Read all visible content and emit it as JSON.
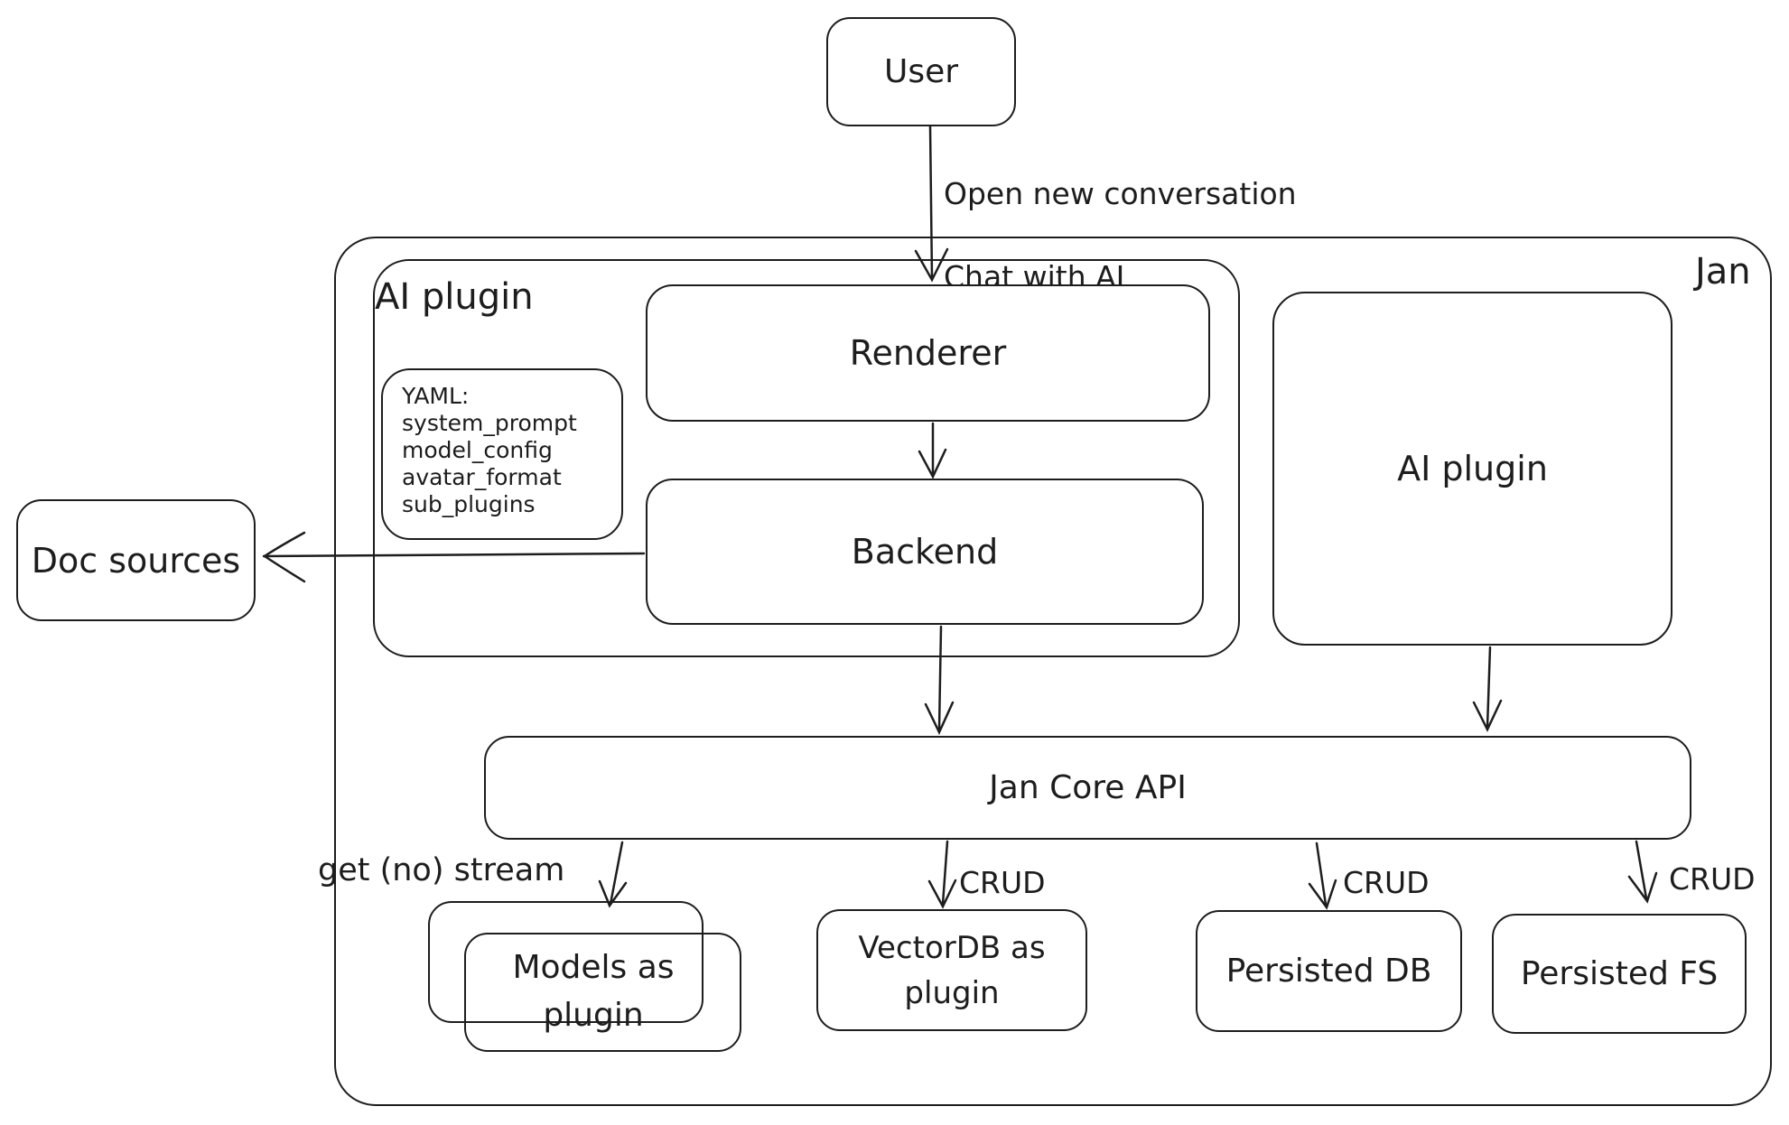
{
  "colors": {
    "ink": "#1d1d1d",
    "background": "#ffffff"
  },
  "nodes": {
    "user": "User",
    "jan": "Jan",
    "ai_plugin_left": "AI plugin",
    "renderer": "Renderer",
    "backend": "Backend",
    "ai_plugin_right": "AI plugin",
    "doc_sources": "Doc sources",
    "jan_core_api": "Jan Core API",
    "models_as_plugin": "Models as\nplugin",
    "vectordb_as_plugin": "VectorDB as\nplugin",
    "persisted_db": "Persisted DB",
    "persisted_fs": "Persisted FS"
  },
  "yaml_note": {
    "title": "YAML:",
    "lines": [
      "system_prompt",
      "model_config",
      "avatar_format",
      "sub_plugins"
    ]
  },
  "edge_labels": {
    "user_action_line1": "Open new conversation",
    "user_action_line2": "Chat with AI",
    "get_no_stream": "get (no) stream",
    "crud_vectordb": "CRUD",
    "crud_persisted_db": "CRUD",
    "crud_persisted_fs": "CRUD"
  }
}
